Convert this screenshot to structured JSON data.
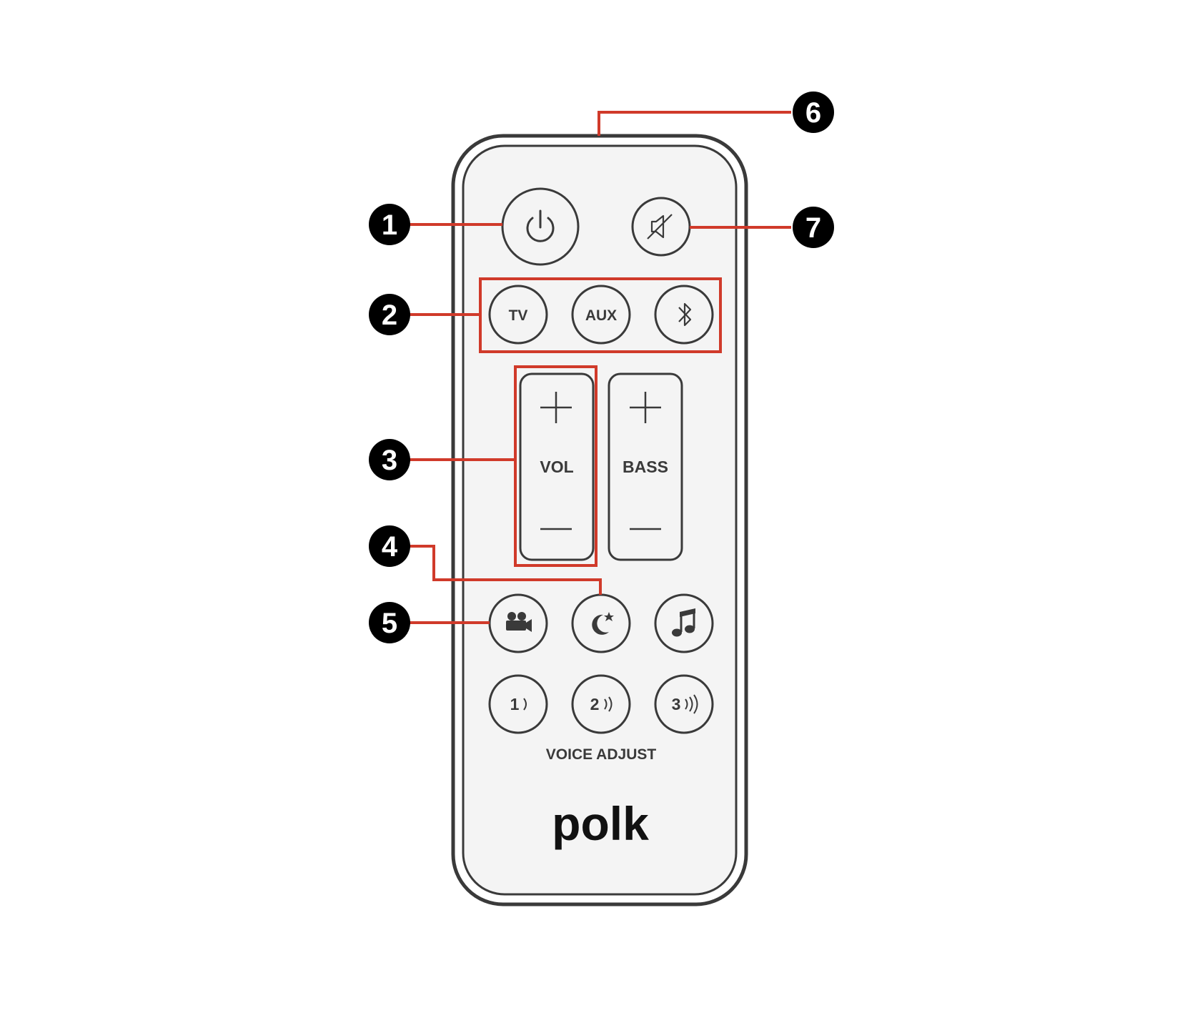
{
  "colors": {
    "callout": "#d03a2a",
    "outline": "#3a3a3a",
    "body_fill": "#f4f4f4",
    "marker_fill": "#000000"
  },
  "buttons": {
    "power_icon": "power-icon",
    "mute_icon": "mute-icon",
    "tv": "TV",
    "aux": "AUX",
    "bluetooth_icon": "bluetooth-icon",
    "vol_plus": "+",
    "vol_label": "VOL",
    "vol_minus": "—",
    "bass_plus": "+",
    "bass_label": "BASS",
    "bass_minus": "—",
    "movie_icon": "movie-camera-icon",
    "night_icon": "moon-star-icon",
    "music_icon": "music-note-icon",
    "voice_1": "1",
    "voice_2": "2",
    "voice_3": "3"
  },
  "voice_adjust_label": "VOICE ADJUST",
  "brand": "polk",
  "callouts": [
    "1",
    "2",
    "3",
    "4",
    "5",
    "6",
    "7"
  ]
}
